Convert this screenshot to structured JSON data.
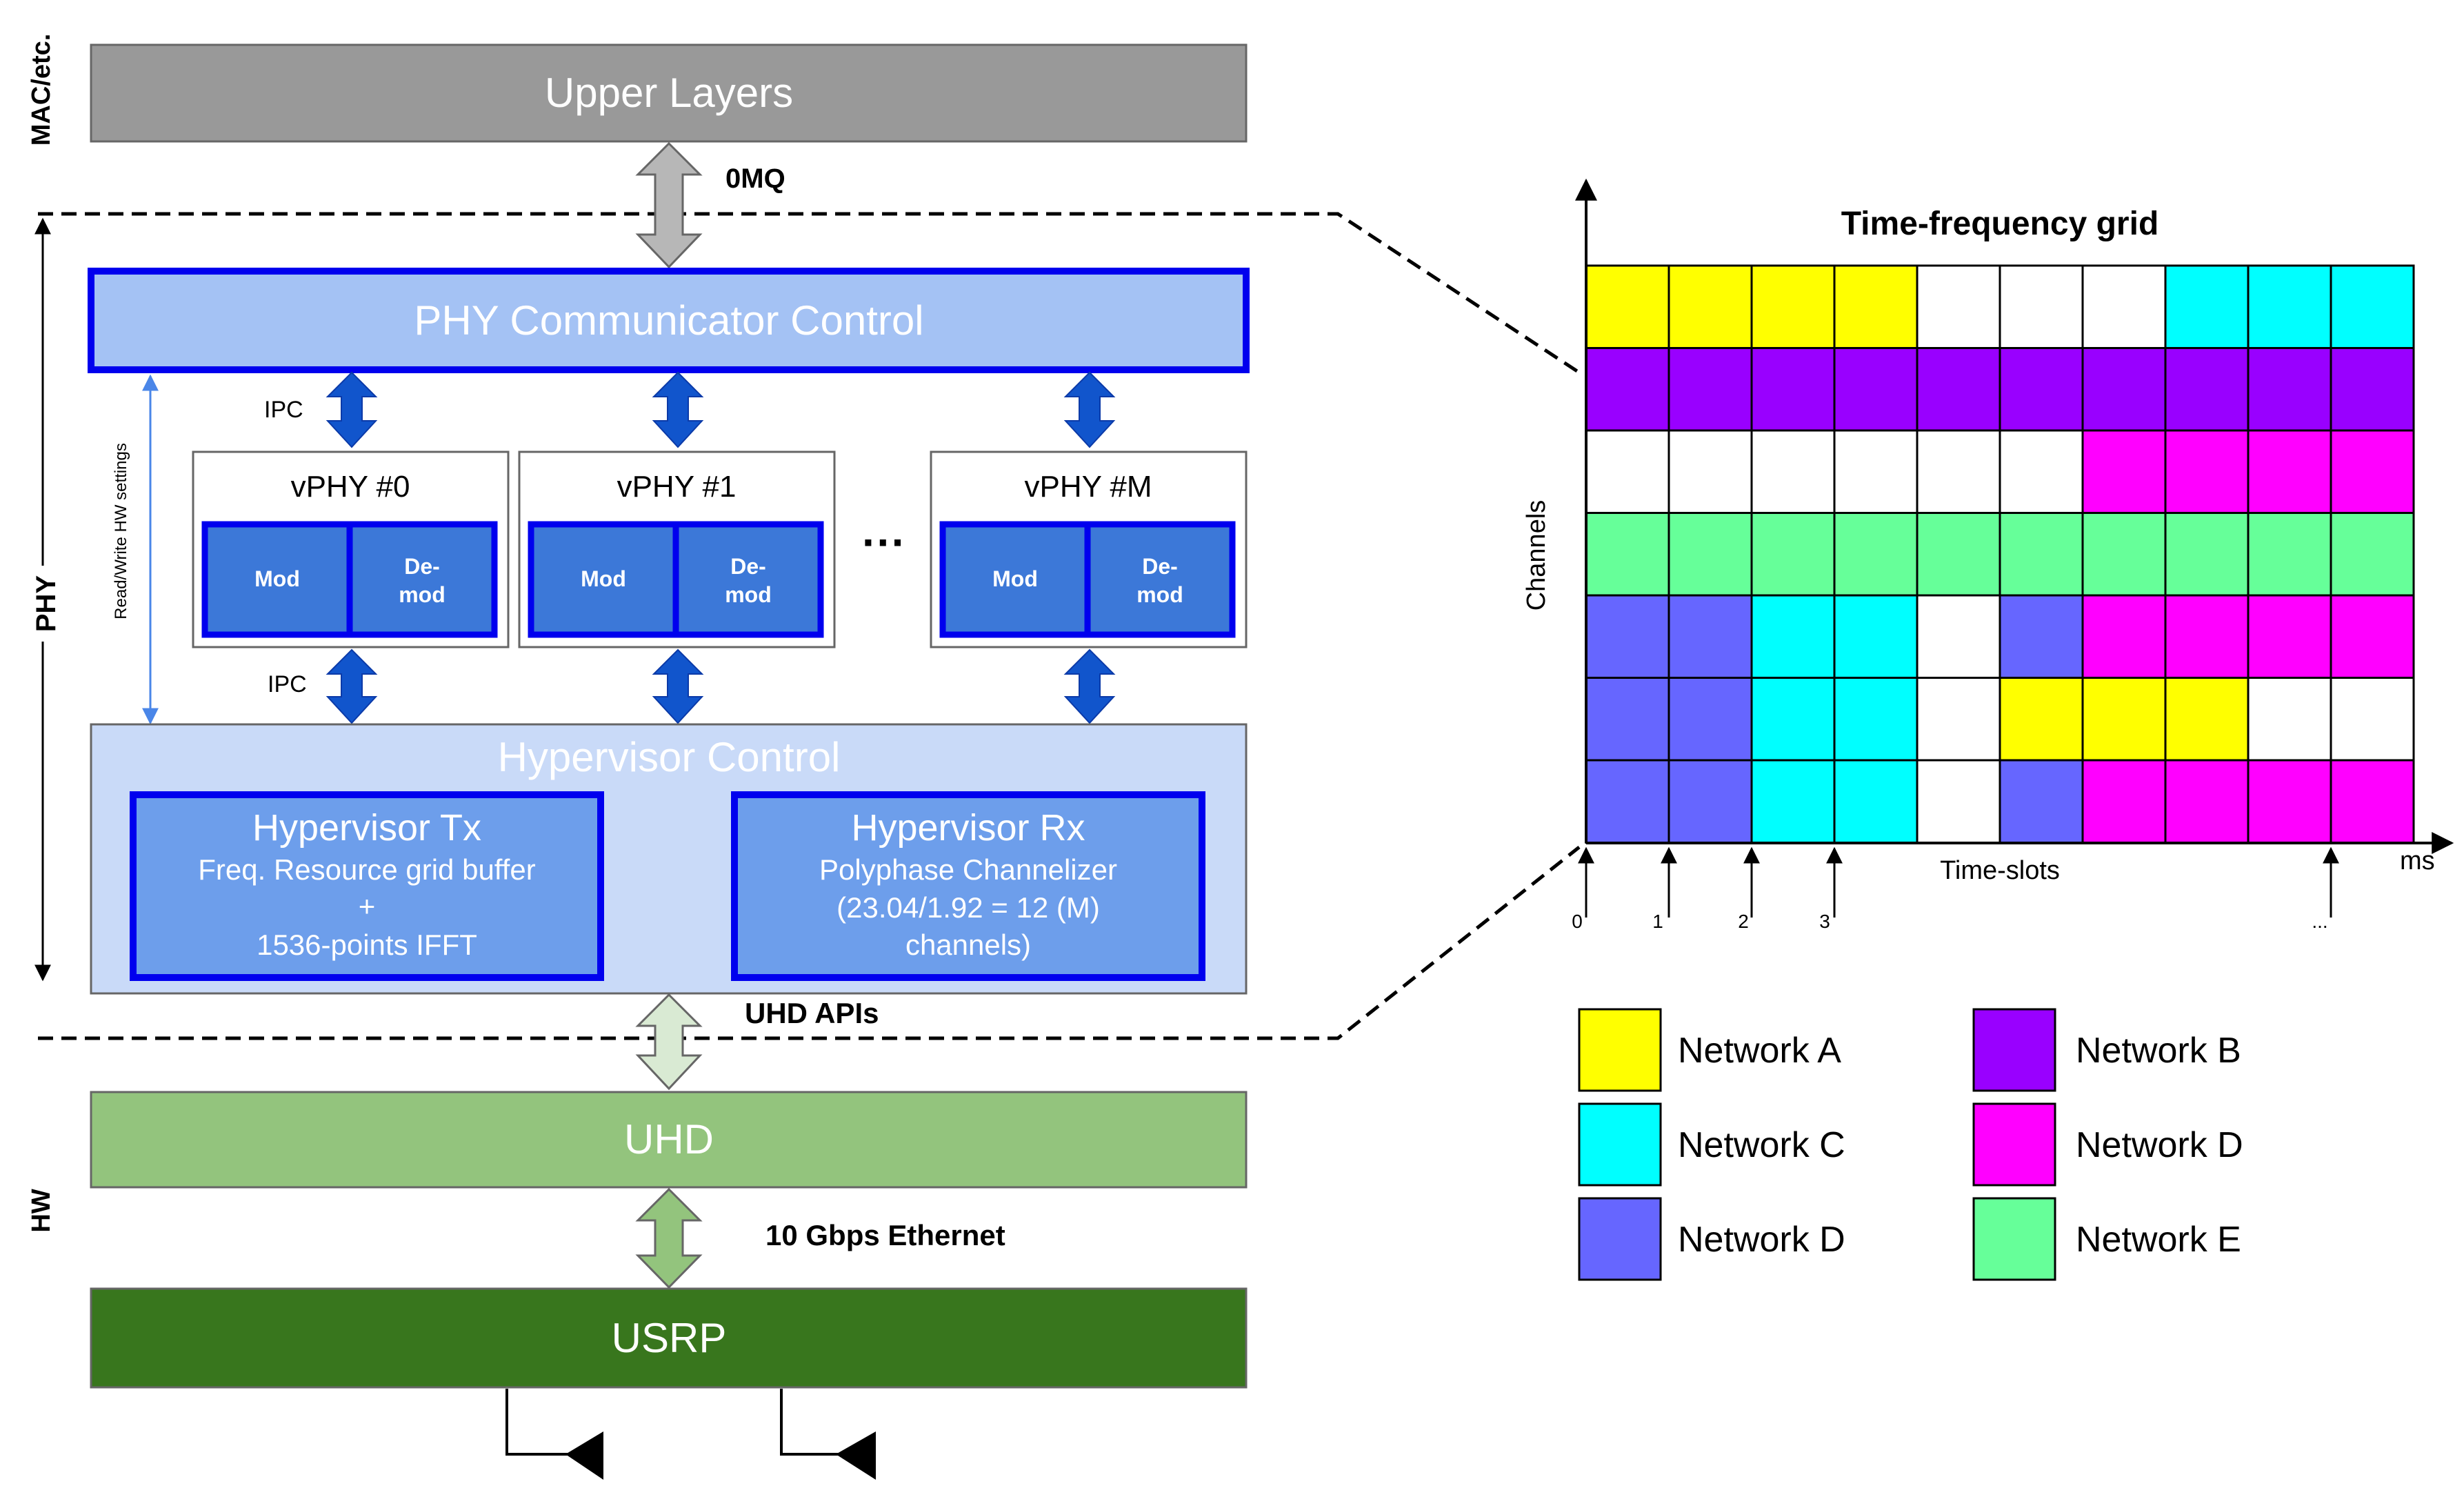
{
  "side_labels": {
    "mac": "MAC/etc.",
    "phy": "PHY",
    "hw": "HW",
    "rw_settings": "Read/Write HW settings"
  },
  "upper_layers": "Upper Layers",
  "zeromq": "0MQ",
  "phy_control": "PHY Communicator Control",
  "ipc_top": "IPC",
  "ipc_bottom": "IPC",
  "vphys": [
    {
      "title": "vPHY #0",
      "mod": "Mod",
      "demod_1": "De-",
      "demod_2": "mod"
    },
    {
      "title": "vPHY #1",
      "mod": "Mod",
      "demod_1": "De-",
      "demod_2": "mod"
    },
    {
      "title": "vPHY #M",
      "mod": "Mod",
      "demod_1": "De-",
      "demod_2": "mod"
    }
  ],
  "ellipsis": "···",
  "hypervisor": {
    "title": "Hypervisor Control",
    "tx": {
      "title": "Hypervisor Tx",
      "line1": "Freq. Resource grid buffer",
      "line2": "+",
      "line3": "1536-points IFFT"
    },
    "rx": {
      "title": "Hypervisor Rx",
      "line1": "Polyphase Channelizer",
      "line2": "(23.04/1.92 = 12 (M)",
      "line3": "channels)"
    }
  },
  "uhd_apis": "UHD APIs",
  "uhd": "UHD",
  "ethernet": "10 Gbps Ethernet",
  "usrp": "USRP",
  "grid": {
    "title": "Time-frequency grid",
    "ylabel": "Channels",
    "xlabel": "Time-slots",
    "unit": "ms",
    "ticks": [
      "0",
      "1",
      "2",
      "3",
      "..."
    ],
    "rows": [
      [
        "A",
        "A",
        "A",
        "A",
        "_",
        "_",
        "_",
        "C",
        "C",
        "C"
      ],
      [
        "B",
        "B",
        "B",
        "B",
        "B",
        "B",
        "B",
        "B",
        "B",
        "B"
      ],
      [
        "_",
        "_",
        "_",
        "_",
        "_",
        "_",
        "D",
        "D",
        "D",
        "D"
      ],
      [
        "E",
        "E",
        "E",
        "E",
        "E",
        "E",
        "E",
        "E",
        "E",
        "E"
      ],
      [
        "F",
        "F",
        "C",
        "C",
        "_",
        "F",
        "D",
        "D",
        "D",
        "D"
      ],
      [
        "F",
        "F",
        "C",
        "C",
        "_",
        "A",
        "A",
        "A",
        "_",
        "_"
      ],
      [
        "F",
        "F",
        "C",
        "C",
        "_",
        "F",
        "D",
        "D",
        "D",
        "D"
      ]
    ]
  },
  "legend": [
    {
      "key": "A",
      "label": "Network A",
      "color": "#ffff00"
    },
    {
      "key": "B",
      "label": "Network B",
      "color": "#9900ff"
    },
    {
      "key": "C",
      "label": "Network C",
      "color": "#00ffff"
    },
    {
      "key": "D",
      "label": "Network D",
      "color": "#ff00ff"
    },
    {
      "key": "F",
      "label": "Network D",
      "color": "#6666ff"
    },
    {
      "key": "E",
      "label": "Network E",
      "color": "#66ff99"
    }
  ],
  "colors": {
    "upper_layers": "#999999",
    "phy_control_fill": "#a4c2f4",
    "dark_blue": "#0000ee",
    "mod_fill": "#3c78d8",
    "hypervisor_fill": "#c9daf8",
    "hyp_sub_fill": "#6d9eeb",
    "uhd": "#93c47d",
    "usrp": "#38761d",
    "ipc_arrow": "#1155cc",
    "empty": "#ffffff"
  }
}
